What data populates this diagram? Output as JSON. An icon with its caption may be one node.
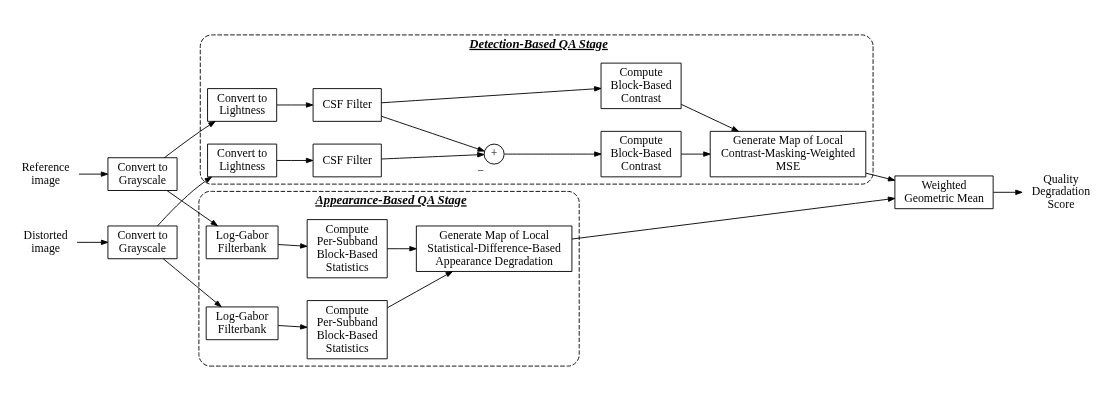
{
  "diagram": {
    "nodes": [
      {
        "text": [
          "Reference image"
        ]
      },
      {
        "text": [
          "Distorted image"
        ]
      },
      {
        "text": [
          "Convert to Grayscale"
        ]
      },
      {
        "text": [
          "Convert to Grayscale"
        ]
      },
      {
        "text": [
          "Detection-Based QA Stage"
        ]
      },
      {
        "text": [
          "Convert to Lightness"
        ],
        "in": 4
      },
      {
        "text": [
          "CSF Filter"
        ],
        "in": 4
      },
      {
        "text": [
          "Compute Block-Based Contrast"
        ],
        "in": 4
      },
      {
        "text": [
          "Generate Map of Local Contrast-Masking-Weighted MSE"
        ],
        "in": 4
      },
      {
        "text": [
          "Convert to Lightness"
        ],
        "in": 4
      },
      {
        "text": [
          "CSF Filter"
        ],
        "in": 4
      },
      {
        "text": [
          "+"
        ],
        "beside": [
          "−"
        ],
        "in": 4
      },
      {
        "text": [
          "Compute Block-Based Contrast"
        ],
        "in": 4
      },
      {
        "text": [
          "Appearance-Based QA Stage"
        ]
      },
      {
        "text": [
          "Log-Gabor Filterbank"
        ],
        "in": 13
      },
      {
        "text": [
          "Compute Per-Subband Block-Based Statistics"
        ],
        "in": 13
      },
      {
        "text": [
          "Generate Map of Local Statistical-Difference-Based Appearance Degradation"
        ],
        "in": 13
      },
      {
        "text": [
          "Log-Gabor Filterbank"
        ],
        "in": 13
      },
      {
        "text": [
          "Compute Per-Subband Block-Based Statistics"
        ],
        "in": 13
      },
      {
        "text": [
          "Weighted Geometric Mean"
        ]
      },
      {
        "text": [
          "Quality Degradation Score"
        ]
      }
    ],
    "edges": [
      {
        "from": 0,
        "to": 2,
        "arrow": "to"
      },
      {
        "from": 1,
        "to": 3,
        "arrow": "to"
      },
      {
        "from": 2,
        "to": 5,
        "arrow": "to"
      },
      {
        "from": 2,
        "to": 14,
        "arrow": "to"
      },
      {
        "from": 3,
        "to": 9,
        "arrow": "to"
      },
      {
        "from": 3,
        "to": 17,
        "arrow": "to"
      },
      {
        "from": 5,
        "to": 6,
        "arrow": "to"
      },
      {
        "from": 6,
        "to": 7,
        "arrow": "to"
      },
      {
        "from": 6,
        "to": 11,
        "arrow": "to"
      },
      {
        "from": 7,
        "to": 8,
        "arrow": "to"
      },
      {
        "from": 9,
        "to": 10,
        "arrow": "to"
      },
      {
        "from": 10,
        "to": 11,
        "arrow": "to"
      },
      {
        "from": 11,
        "to": 12,
        "arrow": "to"
      },
      {
        "from": 12,
        "to": 8,
        "arrow": "to"
      },
      {
        "from": 8,
        "to": 19,
        "arrow": "to"
      },
      {
        "from": 14,
        "to": 15,
        "arrow": "to"
      },
      {
        "from": 15,
        "to": 16,
        "arrow": "to"
      },
      {
        "from": 17,
        "to": 18,
        "arrow": "to"
      },
      {
        "from": 18,
        "to": 16,
        "arrow": "to"
      },
      {
        "from": 16,
        "to": 19,
        "arrow": "to"
      },
      {
        "from": 19,
        "to": 20,
        "arrow": "to"
      }
    ]
  }
}
